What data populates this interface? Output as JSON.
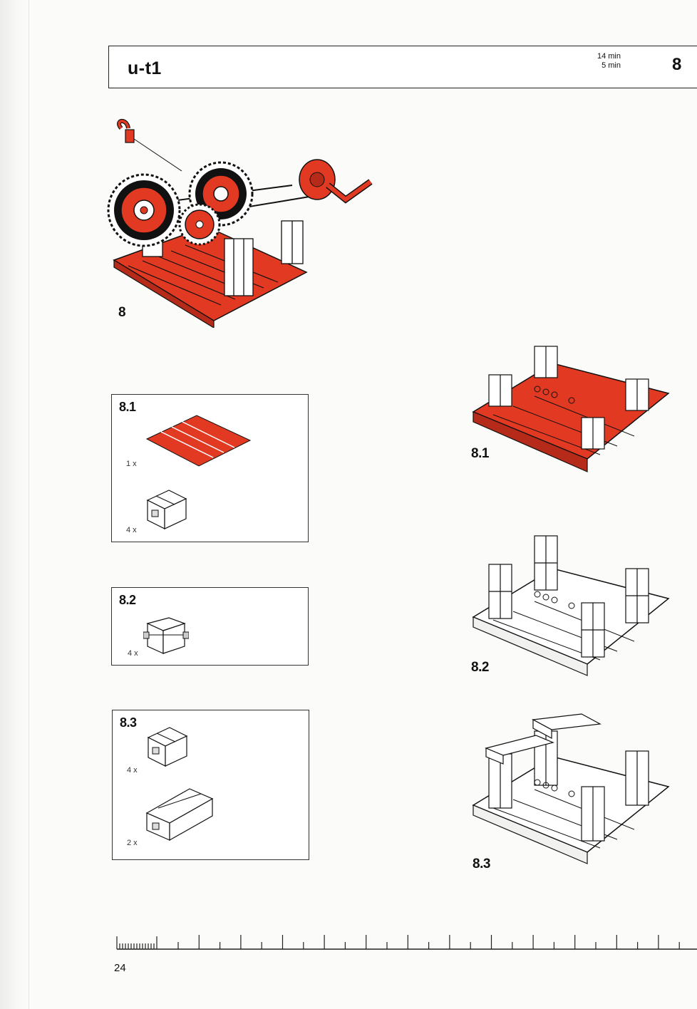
{
  "header": {
    "model": "u-t1",
    "time_1": "14 min",
    "time_2": "5 min",
    "step": "8"
  },
  "main_figure": {
    "label": "8"
  },
  "part_boxes": [
    {
      "title": "8.1",
      "items": [
        {
          "qty": "1 x",
          "part": "red base plate"
        },
        {
          "qty": "4 x",
          "part": "building block"
        }
      ]
    },
    {
      "title": "8.2",
      "items": [
        {
          "qty": "4 x",
          "part": "building block with connector"
        }
      ]
    },
    {
      "title": "8.3",
      "items": [
        {
          "qty": "4 x",
          "part": "building block"
        },
        {
          "qty": "2 x",
          "part": "long building block"
        }
      ]
    }
  ],
  "step_figures": [
    {
      "label": "8.1"
    },
    {
      "label": "8.2"
    },
    {
      "label": "8.3"
    }
  ],
  "footer": {
    "page_number": "24"
  },
  "colors": {
    "brick_red": "#e23a22",
    "ink": "#111111",
    "paper": "#fbfbf9"
  }
}
